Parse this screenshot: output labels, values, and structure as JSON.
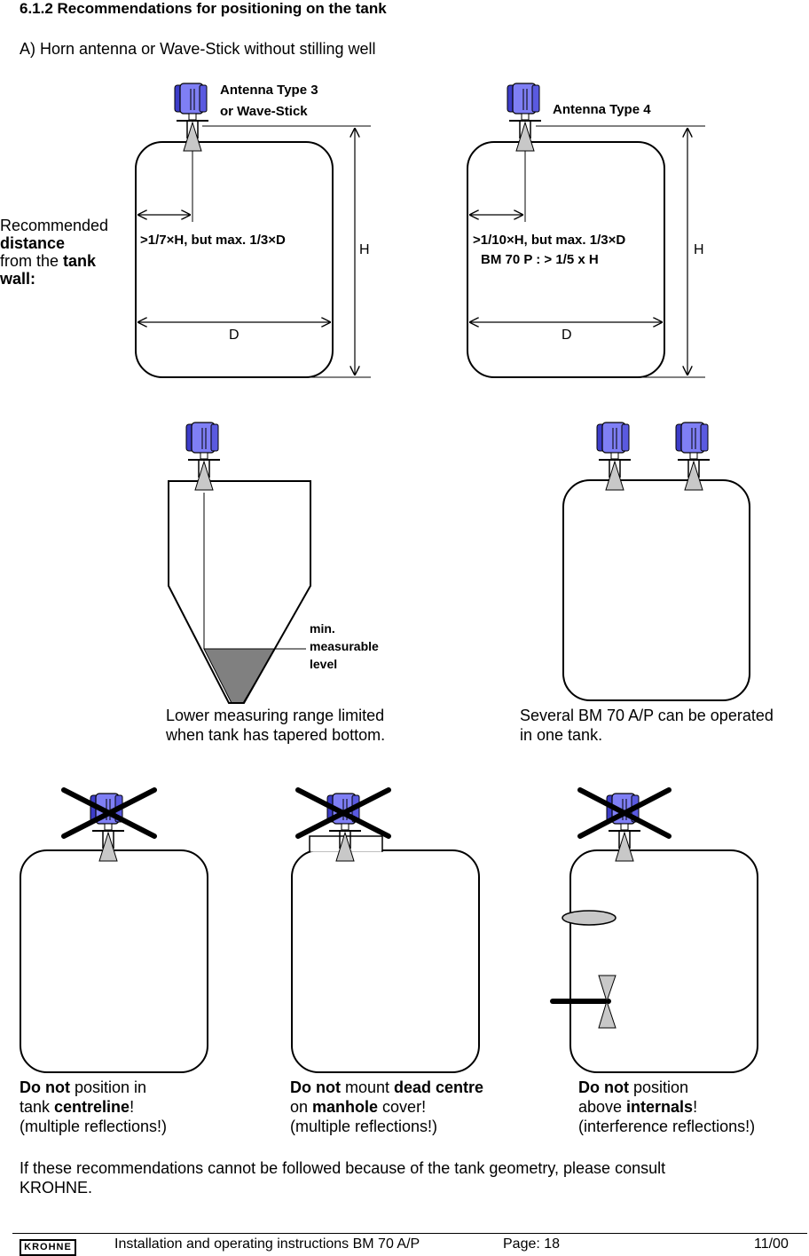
{
  "heading": "6.1.2 Recommendations for positioning on the tank",
  "subheading": "A) Horn antenna or Wave-Stick without stilling well",
  "wall_distance": {
    "line1": "Recommended",
    "line2": "distance",
    "line3_prefix": "from the ",
    "line3_bold": "tank",
    "line4": "wall:"
  },
  "diagram1": {
    "antenna_line1": "Antenna Type 3",
    "antenna_line2": "or Wave-Stick",
    "rule": ">1/7×H, but max. 1/3×D",
    "h_label": "H",
    "d_label": "D"
  },
  "diagram2": {
    "antenna": "Antenna Type 4",
    "rule_line1": ">1/10×H, but max. 1/3×D",
    "rule_line2": "BM 70 P : > 1/5 x H",
    "h_label": "H",
    "d_label": "D"
  },
  "diagram3": {
    "level_line1": "min.",
    "level_line2": "measurable",
    "level_line3": "level",
    "caption_line1": "Lower measuring range limited",
    "caption_line2": "when tank has tapered bottom."
  },
  "diagram4": {
    "caption_line1": "Several BM 70 A/P can be operated",
    "caption_line2": "in  one tank."
  },
  "bad1": {
    "bold1": "Do not",
    "text1": " position in",
    "text2": "tank ",
    "bold2": "centreline",
    "text3": "!",
    "line3": "(multiple reflections!)"
  },
  "bad2": {
    "bold1": "Do not",
    "text1": " mount ",
    "bold1b": "dead centre",
    "text2": "on ",
    "bold2": "manhole",
    "text3": " cover!",
    "line3": "(multiple reflections!)"
  },
  "bad3": {
    "bold1": "Do not",
    "text1": " position",
    "text2": "above ",
    "bold2": "internals",
    "text3": "!",
    "line3": "(interference reflections!)"
  },
  "note_line1": "If these recommendations cannot be followed because of the tank geometry, please consult",
  "note_line2": "KROHNE.",
  "footer": {
    "logo": "KROHNE",
    "doc": "Installation and operating instructions BM 70 A/P",
    "page": "Page: 18",
    "date": "11/00"
  },
  "colors": {
    "housing": "#7f7ff5",
    "horn": "#c8c8c8",
    "level": "#808080"
  }
}
